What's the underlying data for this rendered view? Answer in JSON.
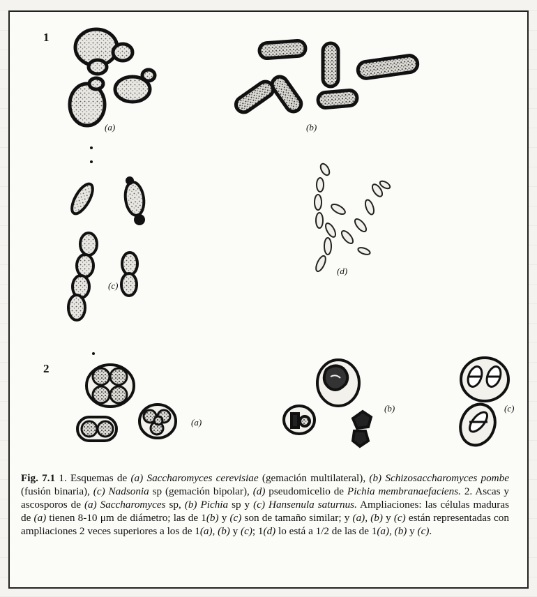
{
  "figure": {
    "panel_numbers": [
      "1",
      "2"
    ],
    "sub_labels": {
      "p1_a": "(a)",
      "p1_b": "(b)",
      "p1_c": "(c)",
      "p1_d": "(d)",
      "p2_a": "(a)",
      "p2_b": "(b)",
      "p2_c": "(c)"
    }
  },
  "caption": [
    {
      "t": "Fig. 7.1",
      "s": "fig"
    },
    {
      "t": "  1. Esquemas de ",
      "s": ""
    },
    {
      "t": "(a) Saccharomyces cerevisiae",
      "s": "it"
    },
    {
      "t": " (gemación multilateral), ",
      "s": ""
    },
    {
      "t": "(b) Schizosaccharomyces pombe",
      "s": "it"
    },
    {
      "t": " (fusión binaria), ",
      "s": ""
    },
    {
      "t": "(c) Nadsonia",
      "s": "it"
    },
    {
      "t": " sp (gemación bipolar), ",
      "s": ""
    },
    {
      "t": "(d)",
      "s": "it"
    },
    {
      "t": " pseudomicelio de ",
      "s": ""
    },
    {
      "t": "Pichia membranaefaciens.",
      "s": "it"
    },
    {
      "t": " 2. Ascas y ascosporos de ",
      "s": ""
    },
    {
      "t": "(a) Saccharomyces",
      "s": "it"
    },
    {
      "t": " sp, ",
      "s": ""
    },
    {
      "t": "(b) Pichia",
      "s": "it"
    },
    {
      "t": " sp y ",
      "s": ""
    },
    {
      "t": "(c) Hansenula saturnus.",
      "s": "it"
    },
    {
      "t": " Ampliaciones: las células maduras de ",
      "s": ""
    },
    {
      "t": "(a)",
      "s": "it"
    },
    {
      "t": " tienen 8-10 μm de diámetro; las de 1",
      "s": ""
    },
    {
      "t": "(b)",
      "s": "it"
    },
    {
      "t": " y ",
      "s": ""
    },
    {
      "t": "(c)",
      "s": "it"
    },
    {
      "t": " son de tamaño similar; y ",
      "s": ""
    },
    {
      "t": "(a), (b)",
      "s": "it"
    },
    {
      "t": " y ",
      "s": ""
    },
    {
      "t": "(c)",
      "s": "it"
    },
    {
      "t": " están representadas con ampliaciones 2 veces superiores a los de 1",
      "s": ""
    },
    {
      "t": "(a), (b)",
      "s": "it"
    },
    {
      "t": " y ",
      "s": ""
    },
    {
      "t": "(c)",
      "s": "it"
    },
    {
      "t": "; 1",
      "s": ""
    },
    {
      "t": "(d)",
      "s": "it"
    },
    {
      "t": " lo está a 1/2 de las de 1",
      "s": ""
    },
    {
      "t": "(a), (b)",
      "s": "it"
    },
    {
      "t": " y ",
      "s": ""
    },
    {
      "t": "(c)",
      "s": "it"
    },
    {
      "t": ".",
      "s": ""
    }
  ]
}
